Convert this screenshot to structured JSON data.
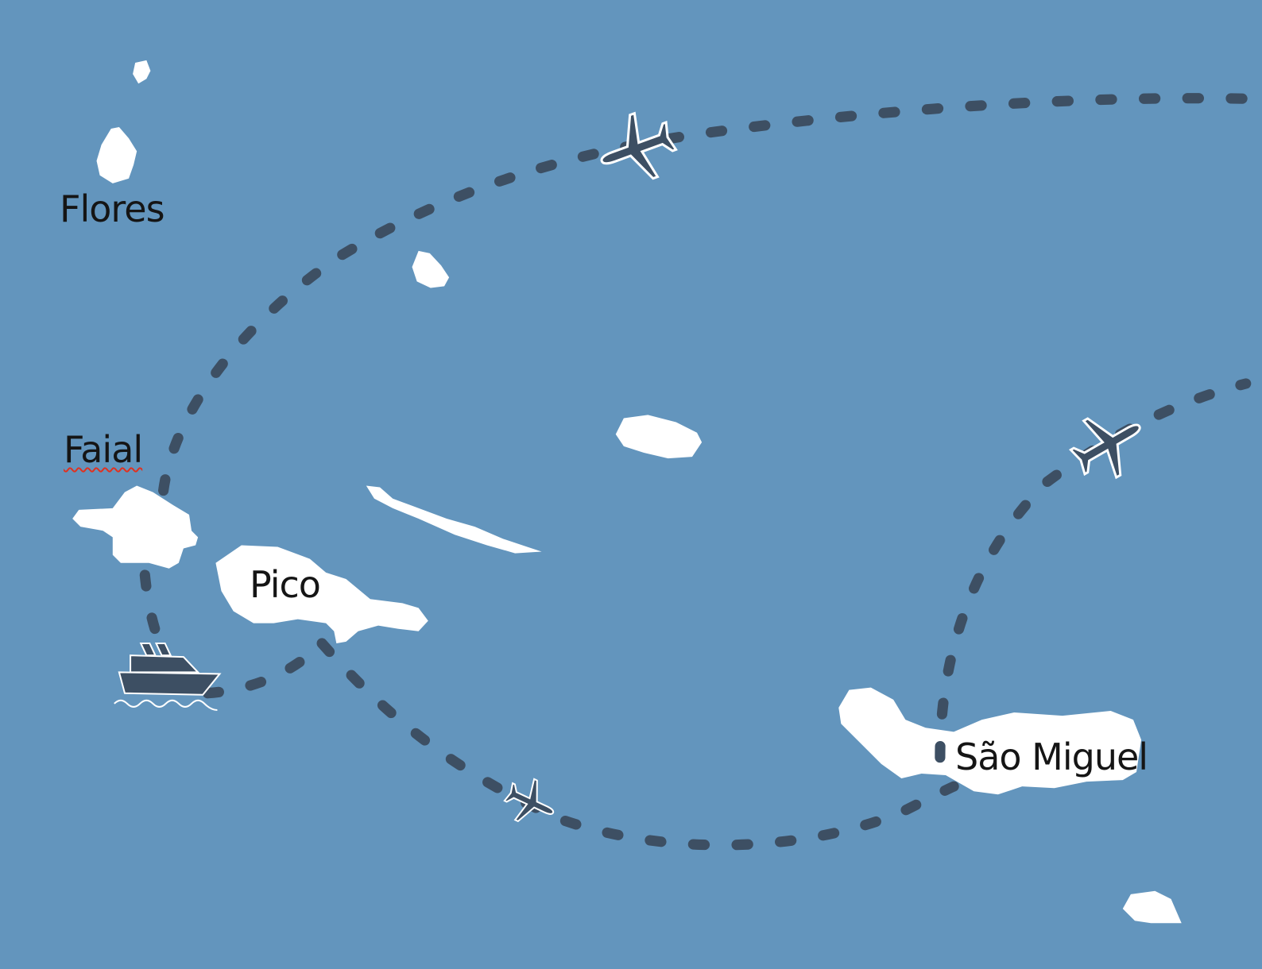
{
  "map": {
    "labels": {
      "flores": "Flores",
      "faial": "Faial",
      "pico": "Pico",
      "sao_miguel": "São Miguel"
    },
    "colors": {
      "sea": "#6395bd",
      "land": "#ffffff",
      "route": "#3d4f63",
      "spellcheck_underline": "#e0311f"
    },
    "icons": [
      "airplane-icon",
      "airplane-icon",
      "airplane-icon",
      "ship-icon"
    ]
  }
}
